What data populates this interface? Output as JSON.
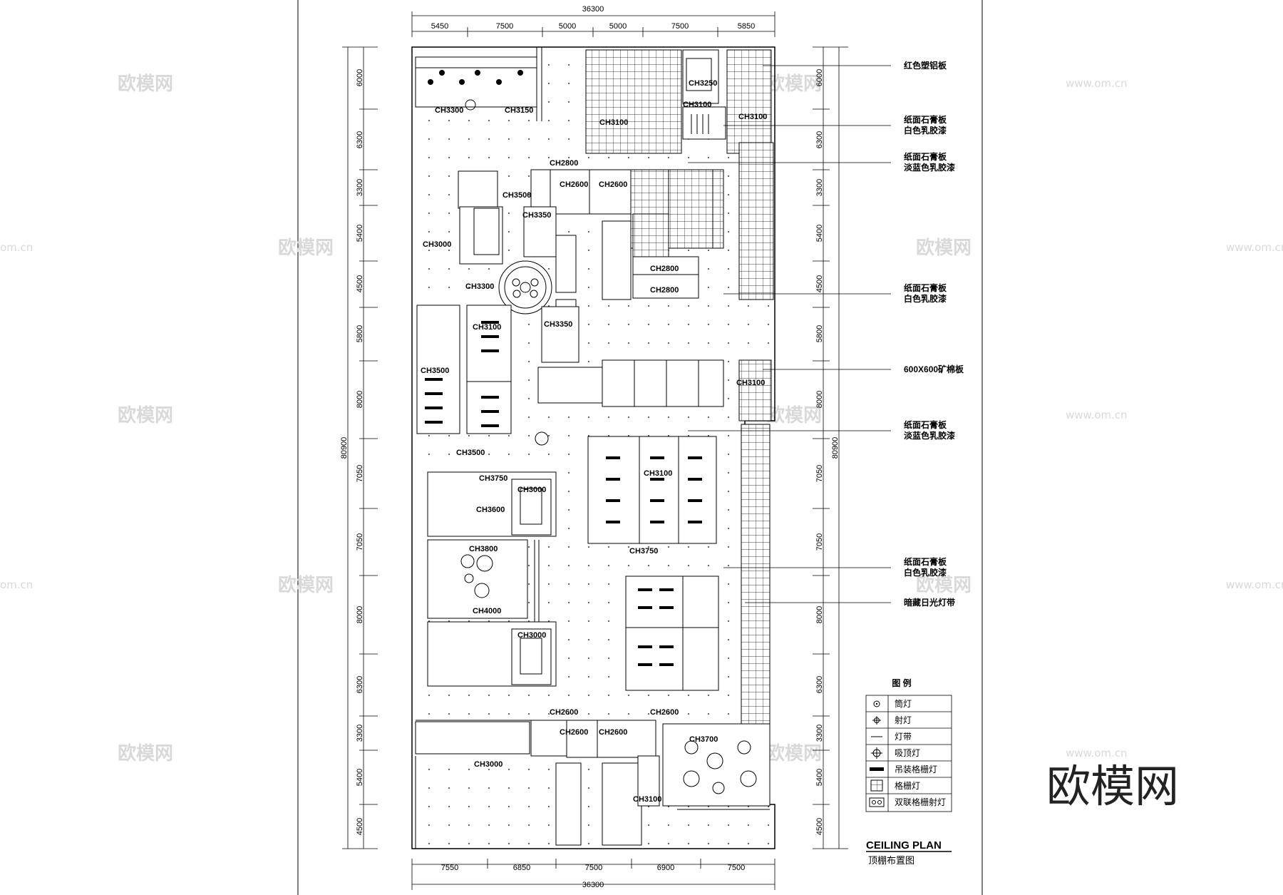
{
  "dimensions": {
    "overall_top": "36300",
    "overall_bottom": "36300",
    "overall_height": "80900",
    "top": [
      "5450",
      "7500",
      "5000",
      "5000",
      "7500",
      "5850"
    ],
    "bottom": [
      "7550",
      "6850",
      "7500",
      "6900",
      "7500"
    ],
    "left": [
      "6000",
      "6300",
      "3300",
      "5400",
      "4500",
      "5800",
      "8000",
      "7050",
      "7050",
      "8000",
      "6300",
      "3300",
      "5400",
      "4500"
    ],
    "right": [
      "6000",
      "6300",
      "3300",
      "5400",
      "4500",
      "5800",
      "8000",
      "7050",
      "7050",
      "8000",
      "6300",
      "3300",
      "5400",
      "4500"
    ]
  },
  "ceiling_heights": [
    "CH3300",
    "CH3150",
    "CH3250",
    "CH3100",
    "CH3100",
    "CH3100",
    "CH2800",
    "CH2600",
    "CH2600",
    "CH3500",
    "CH3350",
    "CH3000",
    "CH3300",
    "CH2800",
    "CH2800",
    "CH3100",
    "CH3350",
    "CH3500",
    "CH3100",
    "CH3500",
    "CH3750",
    "CH3000",
    "CH3600",
    "CH3100",
    "CH3800",
    "CH3750",
    "CH4000",
    "CH3000",
    "CH2600",
    "CH2600",
    "CH2600",
    "CH2600",
    "CH3700",
    "CH3000",
    "CH3100"
  ],
  "callouts": [
    "红色塑铝板",
    "纸面石膏板\n白色乳胶漆",
    "纸面石膏板\n淡蓝色乳胶漆",
    "纸面石膏板\n白色乳胶漆",
    "600X600矿棉板",
    "纸面石膏板\n淡蓝色乳胶漆",
    "纸面石膏板\n白色乳胶漆",
    "暗藏日光灯带"
  ],
  "legend": {
    "title": "图  例",
    "items": [
      {
        "icon": "downlight-icon",
        "label": "筒灯"
      },
      {
        "icon": "spotlight-icon",
        "label": "射灯"
      },
      {
        "icon": "light-strip-icon",
        "label": "灯带"
      },
      {
        "icon": "ceiling-lamp-icon",
        "label": "吸顶灯"
      },
      {
        "icon": "grille-pendant-icon",
        "label": "吊装格栅灯"
      },
      {
        "icon": "grille-lamp-icon",
        "label": "格栅灯"
      },
      {
        "icon": "double-grille-spot-icon",
        "label": "双联格栅射灯"
      }
    ]
  },
  "title_block": {
    "title": "CEILING PLAN",
    "subtitle": "顶棚布置图"
  },
  "watermark": {
    "brand": "欧模网",
    "url": "www.om.cn",
    "url_short": "om.cn"
  }
}
